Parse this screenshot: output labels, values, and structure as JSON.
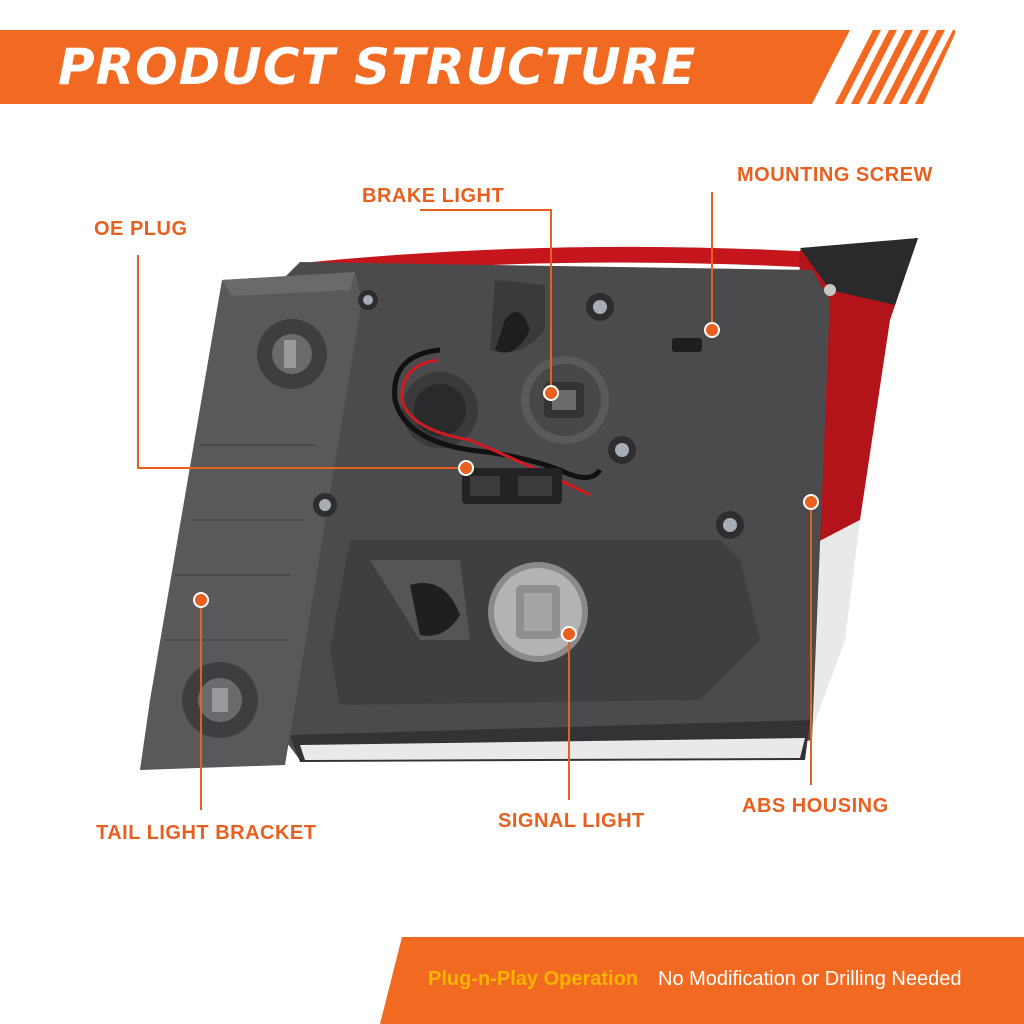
{
  "header": {
    "title": "PRODUCT STRUCTURE"
  },
  "labels": {
    "oe_plug": "OE PLUG",
    "brake_light": "BRAKE LIGHT",
    "mounting_screw": "MOUNTING SCREW",
    "tail_light_bracket": "TAIL LIGHT BRACKET",
    "signal_light": "SIGNAL LIGHT",
    "abs_housing": "ABS HOUSING"
  },
  "footer": {
    "plug_n_play": "Plug-n-Play Operation",
    "no_modification": "No Modification or Drilling Needed"
  },
  "colors": {
    "accent": "#e8601f",
    "banner": "#f26a21",
    "footer_yellow": "#f7b500",
    "housing": "#4a4a4c",
    "lens_red": "#c4161c"
  }
}
